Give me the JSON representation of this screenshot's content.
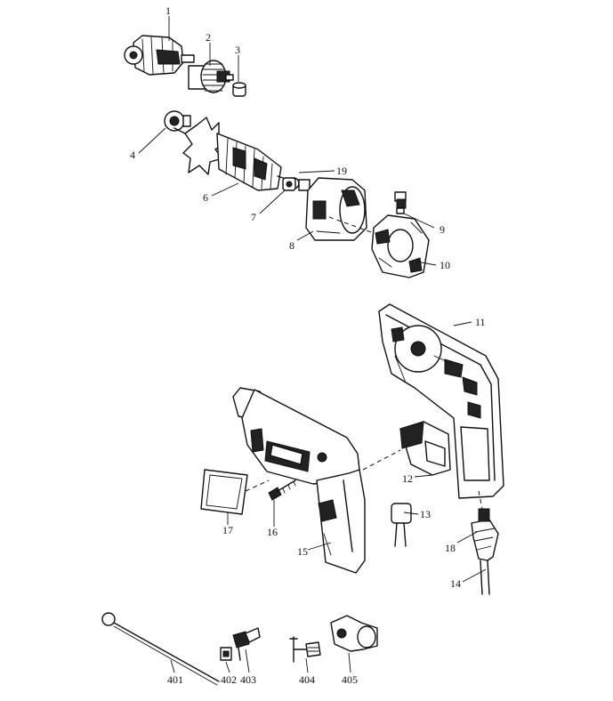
{
  "diagram": {
    "parts": [
      {
        "id": "1",
        "label": "1"
      },
      {
        "id": "2",
        "label": "2"
      },
      {
        "id": "3",
        "label": "3"
      },
      {
        "id": "4",
        "label": "4"
      },
      {
        "id": "6",
        "label": "6"
      },
      {
        "id": "7",
        "label": "7"
      },
      {
        "id": "8",
        "label": "8"
      },
      {
        "id": "9",
        "label": "9"
      },
      {
        "id": "10",
        "label": "10"
      },
      {
        "id": "11",
        "label": "11"
      },
      {
        "id": "12",
        "label": "12"
      },
      {
        "id": "13",
        "label": "13"
      },
      {
        "id": "14",
        "label": "14"
      },
      {
        "id": "15",
        "label": "15"
      },
      {
        "id": "16",
        "label": "16"
      },
      {
        "id": "17",
        "label": "17"
      },
      {
        "id": "18",
        "label": "18"
      },
      {
        "id": "19",
        "label": "19"
      },
      {
        "id": "401",
        "label": "401"
      },
      {
        "id": "402",
        "label": "402"
      },
      {
        "id": "403",
        "label": "403"
      },
      {
        "id": "404",
        "label": "404"
      },
      {
        "id": "405",
        "label": "405"
      }
    ]
  }
}
